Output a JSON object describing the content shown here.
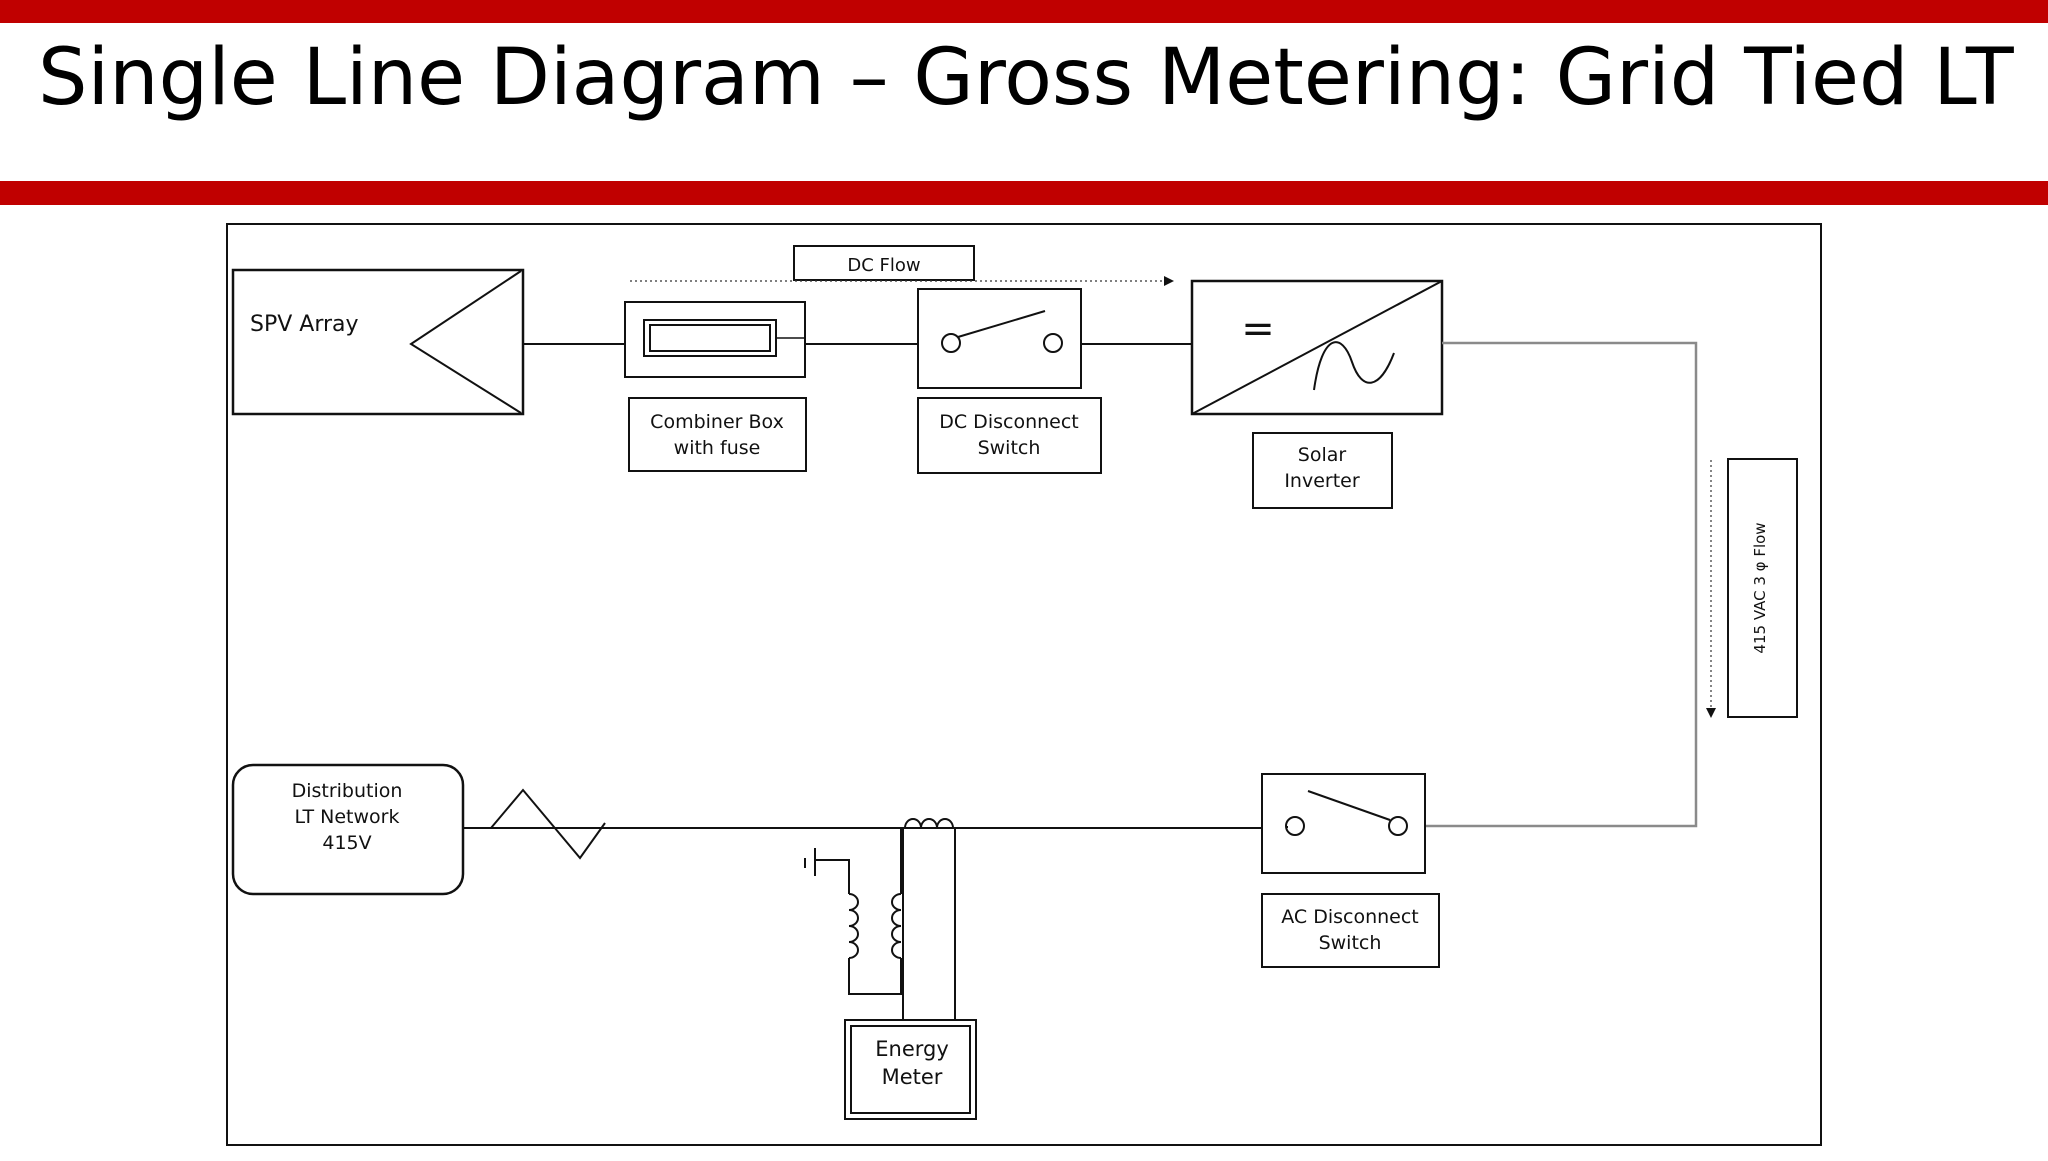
{
  "slide": {
    "title": "Single Line Diagram – Gross Metering: Grid Tied LT"
  },
  "colors": {
    "accent_bar": "#c00000",
    "line": "#111111",
    "wire_grey": "#8a8a8a"
  },
  "diagram": {
    "dc_flow_label": "DC Flow",
    "spv_array": "SPV Array",
    "combiner_box": [
      "Combiner Box",
      "with fuse"
    ],
    "dc_disconnect": [
      "DC Disconnect",
      "Switch"
    ],
    "inverter_symbol": "=",
    "solar_inverter": [
      "Solar",
      "Inverter"
    ],
    "ac_flow_label": "415 VAC 3 φ Flow",
    "distribution": [
      "Distribution",
      "LT Network",
      "415V"
    ],
    "ac_disconnect": [
      "AC Disconnect",
      "Switch"
    ],
    "energy_meter": [
      "Energy",
      "Meter"
    ]
  }
}
